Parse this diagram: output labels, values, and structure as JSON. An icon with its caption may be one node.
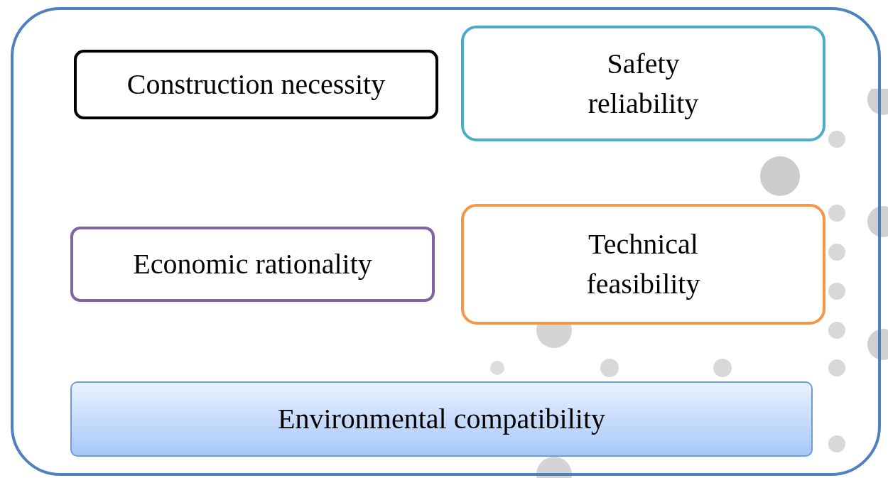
{
  "diagram": {
    "nodes": [
      {
        "text": [],
        "shape": "box"
      },
      {
        "text": [
          "Construction necessity"
        ],
        "in": 0
      },
      {
        "text": [
          "Safety reliability"
        ],
        "in": 0
      },
      {
        "text": [
          "Economic rationality"
        ],
        "in": 0
      },
      {
        "text": [
          "Technical feasibility"
        ],
        "in": 0
      },
      {
        "text": [
          "Environmental compatibility"
        ],
        "in": 0
      }
    ],
    "edges": []
  }
}
